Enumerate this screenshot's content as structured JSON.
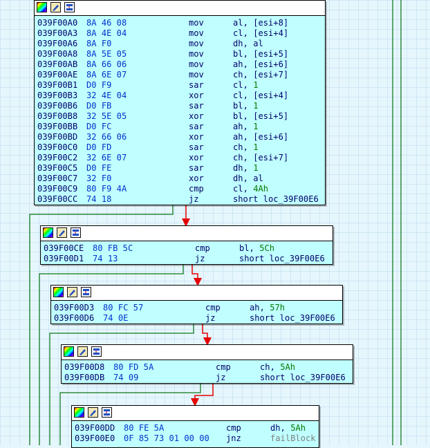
{
  "colors": {
    "canvas": "#e6f6fd",
    "node_fill": "#c0ffff",
    "address": "#00006b",
    "bytes": "#0033cc",
    "number": "#007a00",
    "dimmed_label": "#7f7f7f",
    "edge_true": "#e60000",
    "edge_false": "#2e8b3e"
  },
  "node_header_icons": [
    "color-palette-icon",
    "rename-pencil-icon",
    "graph-overview-icon"
  ],
  "nodes": [
    {
      "lines": [
        {
          "addr": "039F00A0",
          "bytes": "8A 46 08",
          "mn": "mov",
          "op1": "al",
          "op2": "[esi+8]"
        },
        {
          "addr": "039F00A3",
          "bytes": "8A 4E 04",
          "mn": "mov",
          "op1": "cl",
          "op2": "[esi+4]"
        },
        {
          "addr": "039F00A6",
          "bytes": "8A F0",
          "mn": "mov",
          "op1": "dh",
          "op2": "al"
        },
        {
          "addr": "039F00A8",
          "bytes": "8A 5E 05",
          "mn": "mov",
          "op1": "bl",
          "op2": "[esi+5]"
        },
        {
          "addr": "039F00AB",
          "bytes": "8A 66 06",
          "mn": "mov",
          "op1": "ah",
          "op2": "[esi+6]"
        },
        {
          "addr": "039F00AE",
          "bytes": "8A 6E 07",
          "mn": "mov",
          "op1": "ch",
          "op2": "[esi+7]"
        },
        {
          "addr": "039F00B1",
          "bytes": "D0 F9",
          "mn": "sar",
          "op1": "cl",
          "op2": "1"
        },
        {
          "addr": "039F00B3",
          "bytes": "32 4E 04",
          "mn": "xor",
          "op1": "cl",
          "op2": "[esi+4]"
        },
        {
          "addr": "039F00B6",
          "bytes": "D0 FB",
          "mn": "sar",
          "op1": "bl",
          "op2": "1"
        },
        {
          "addr": "039F00B8",
          "bytes": "32 5E 05",
          "mn": "xor",
          "op1": "bl",
          "op2": "[esi+5]"
        },
        {
          "addr": "039F00BB",
          "bytes": "D0 FC",
          "mn": "sar",
          "op1": "ah",
          "op2": "1"
        },
        {
          "addr": "039F00BD",
          "bytes": "32 66 06",
          "mn": "xor",
          "op1": "ah",
          "op2": "[esi+6]"
        },
        {
          "addr": "039F00C0",
          "bytes": "D0 FD",
          "mn": "sar",
          "op1": "ch",
          "op2": "1"
        },
        {
          "addr": "039F00C2",
          "bytes": "32 6E 07",
          "mn": "xor",
          "op1": "ch",
          "op2": "[esi+7]"
        },
        {
          "addr": "039F00C5",
          "bytes": "D0 FE",
          "mn": "sar",
          "op1": "dh",
          "op2": "1"
        },
        {
          "addr": "039F00C7",
          "bytes": "32 F0",
          "mn": "xor",
          "op1": "dh",
          "op2": "al"
        },
        {
          "addr": "039F00C9",
          "bytes": "80 F9 4A",
          "mn": "cmp",
          "op1": "cl",
          "op2": "4Ah"
        },
        {
          "addr": "039F00CC",
          "bytes": "74 18",
          "mn": "jz",
          "op1": "short loc_39F00E6",
          "op2": ""
        }
      ]
    },
    {
      "lines": [
        {
          "addr": "039F00CE",
          "bytes": "80 FB 5C",
          "mn": "cmp",
          "op1": "bl",
          "op2": "5Ch"
        },
        {
          "addr": "039F00D1",
          "bytes": "74 13",
          "mn": "jz",
          "op1": "short loc_39F00E6",
          "op2": ""
        }
      ]
    },
    {
      "lines": [
        {
          "addr": "039F00D3",
          "bytes": "80 FC 57",
          "mn": "cmp",
          "op1": "ah",
          "op2": "57h"
        },
        {
          "addr": "039F00D6",
          "bytes": "74 0E",
          "mn": "jz",
          "op1": "short loc_39F00E6",
          "op2": ""
        }
      ]
    },
    {
      "lines": [
        {
          "addr": "039F00D8",
          "bytes": "80 FD 5A",
          "mn": "cmp",
          "op1": "ch",
          "op2": "5Ah"
        },
        {
          "addr": "039F00DB",
          "bytes": "74 09",
          "mn": "jz",
          "op1": "short loc_39F00E6",
          "op2": ""
        }
      ]
    },
    {
      "lines": [
        {
          "addr": "039F00DD",
          "bytes": "80 FE 5A",
          "mn": "cmp",
          "op1": "dh",
          "op2": "5Ah"
        },
        {
          "addr": "039F00E0",
          "bytes": "0F 85 73 01 00 00",
          "mn": "jnz",
          "op1": "failBlock",
          "op2": ""
        }
      ]
    }
  ]
}
